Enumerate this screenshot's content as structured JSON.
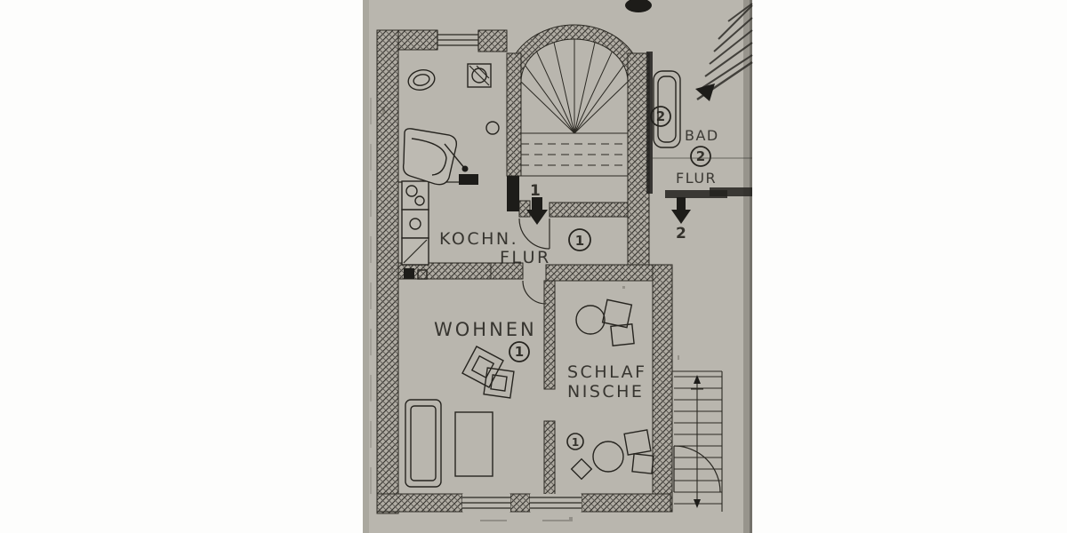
{
  "scan": {
    "colors": {
      "paper": "#b9b6ae",
      "ink": "#1c1c1c",
      "page_background": "#fdfdfc"
    },
    "labels": {
      "kitchen": "KOCHN.",
      "hall1": "FLUR",
      "living": "WOHNEN",
      "sleeping1": "SCHLAF",
      "sleeping2": "NISCHE",
      "bath": "BAD",
      "hall2": "FLUR"
    },
    "markers": {
      "hall1_circle": "1",
      "living_circle": "1",
      "sleeping_circle": "1",
      "bath_circle": "2",
      "hall2_circle": "2",
      "entrance1": "1",
      "entrance2": "2"
    }
  }
}
